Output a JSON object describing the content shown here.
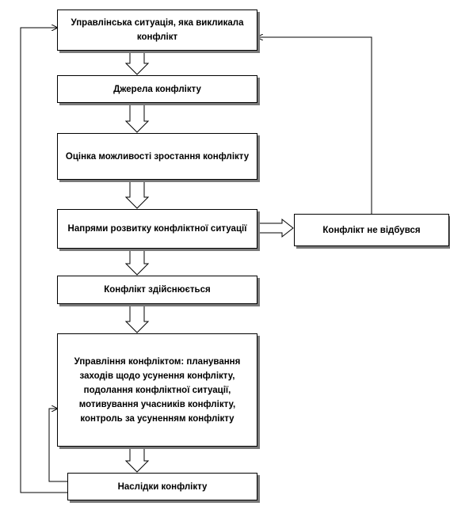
{
  "nodes": {
    "situation": "Управлінська ситуація, яка викликала конфлікт",
    "sources": "Джерела конфлікту",
    "assessment": "Оцінка можливості зростання конфлікту",
    "directions": "Напрями розвитку конфліктної ситуації",
    "no_conflict": "Конфлікт не відбувся",
    "realized": "Конфлікт здійснюється",
    "management": "Управління конфліктом: планування заходів щодо усунення конфлікту, подолання конфліктної ситуації, мотивування учасників конфлікту, контроль за усуненням конфлікту",
    "consequences": "Наслідки конфлікту"
  }
}
